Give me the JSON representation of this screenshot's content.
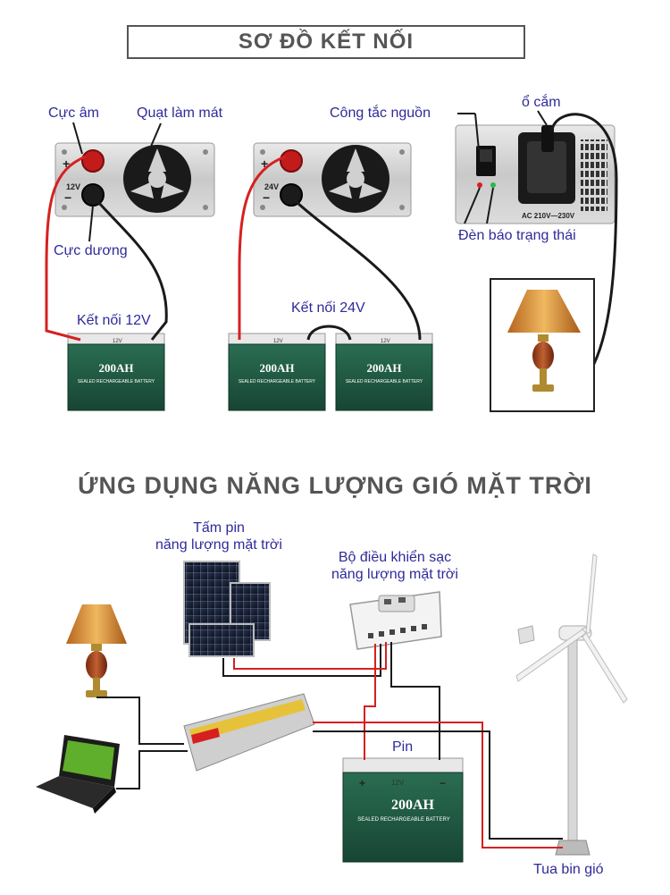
{
  "top": {
    "title": "SƠ ĐỒ KẾT NỐI",
    "labels": {
      "negative_terminal": "Cực âm",
      "cooling_fan": "Quạt làm mát",
      "positive_terminal": "Cực dương",
      "connect_12v": "Kết nối 12V",
      "connect_24v": "Kết nối 24V",
      "power_switch": "Công tắc nguồn",
      "socket": "ổ cắm",
      "status_light": "Đèn báo trạng thái"
    },
    "inverter_marks": {
      "v12": "12V",
      "v24": "24V",
      "ac_rating": "AC 210V—230V",
      "plus": "+",
      "minus": "−"
    },
    "battery": {
      "capacity": "200AH",
      "subtitle": "SEALED RECHARGEABLE BATTERY",
      "voltage": "12V"
    }
  },
  "bottom": {
    "title": "ỨNG DỤNG NĂNG LƯỢNG GIÓ MẶT TRỜI",
    "labels": {
      "solar_panel_1": "Tấm pin",
      "solar_panel_2": "năng lượng mặt trời",
      "controller_1": "Bộ điều khiển sạc",
      "controller_2": "năng lượng mặt trời",
      "battery": "Pin",
      "wind_turbine": "Tua bin gió"
    }
  },
  "colors": {
    "label_text": "#2f2a9a",
    "heading_text": "#555555",
    "battery_green": "#1f5f45",
    "wire_red": "#d62020",
    "wire_black": "#1a1a1a"
  }
}
